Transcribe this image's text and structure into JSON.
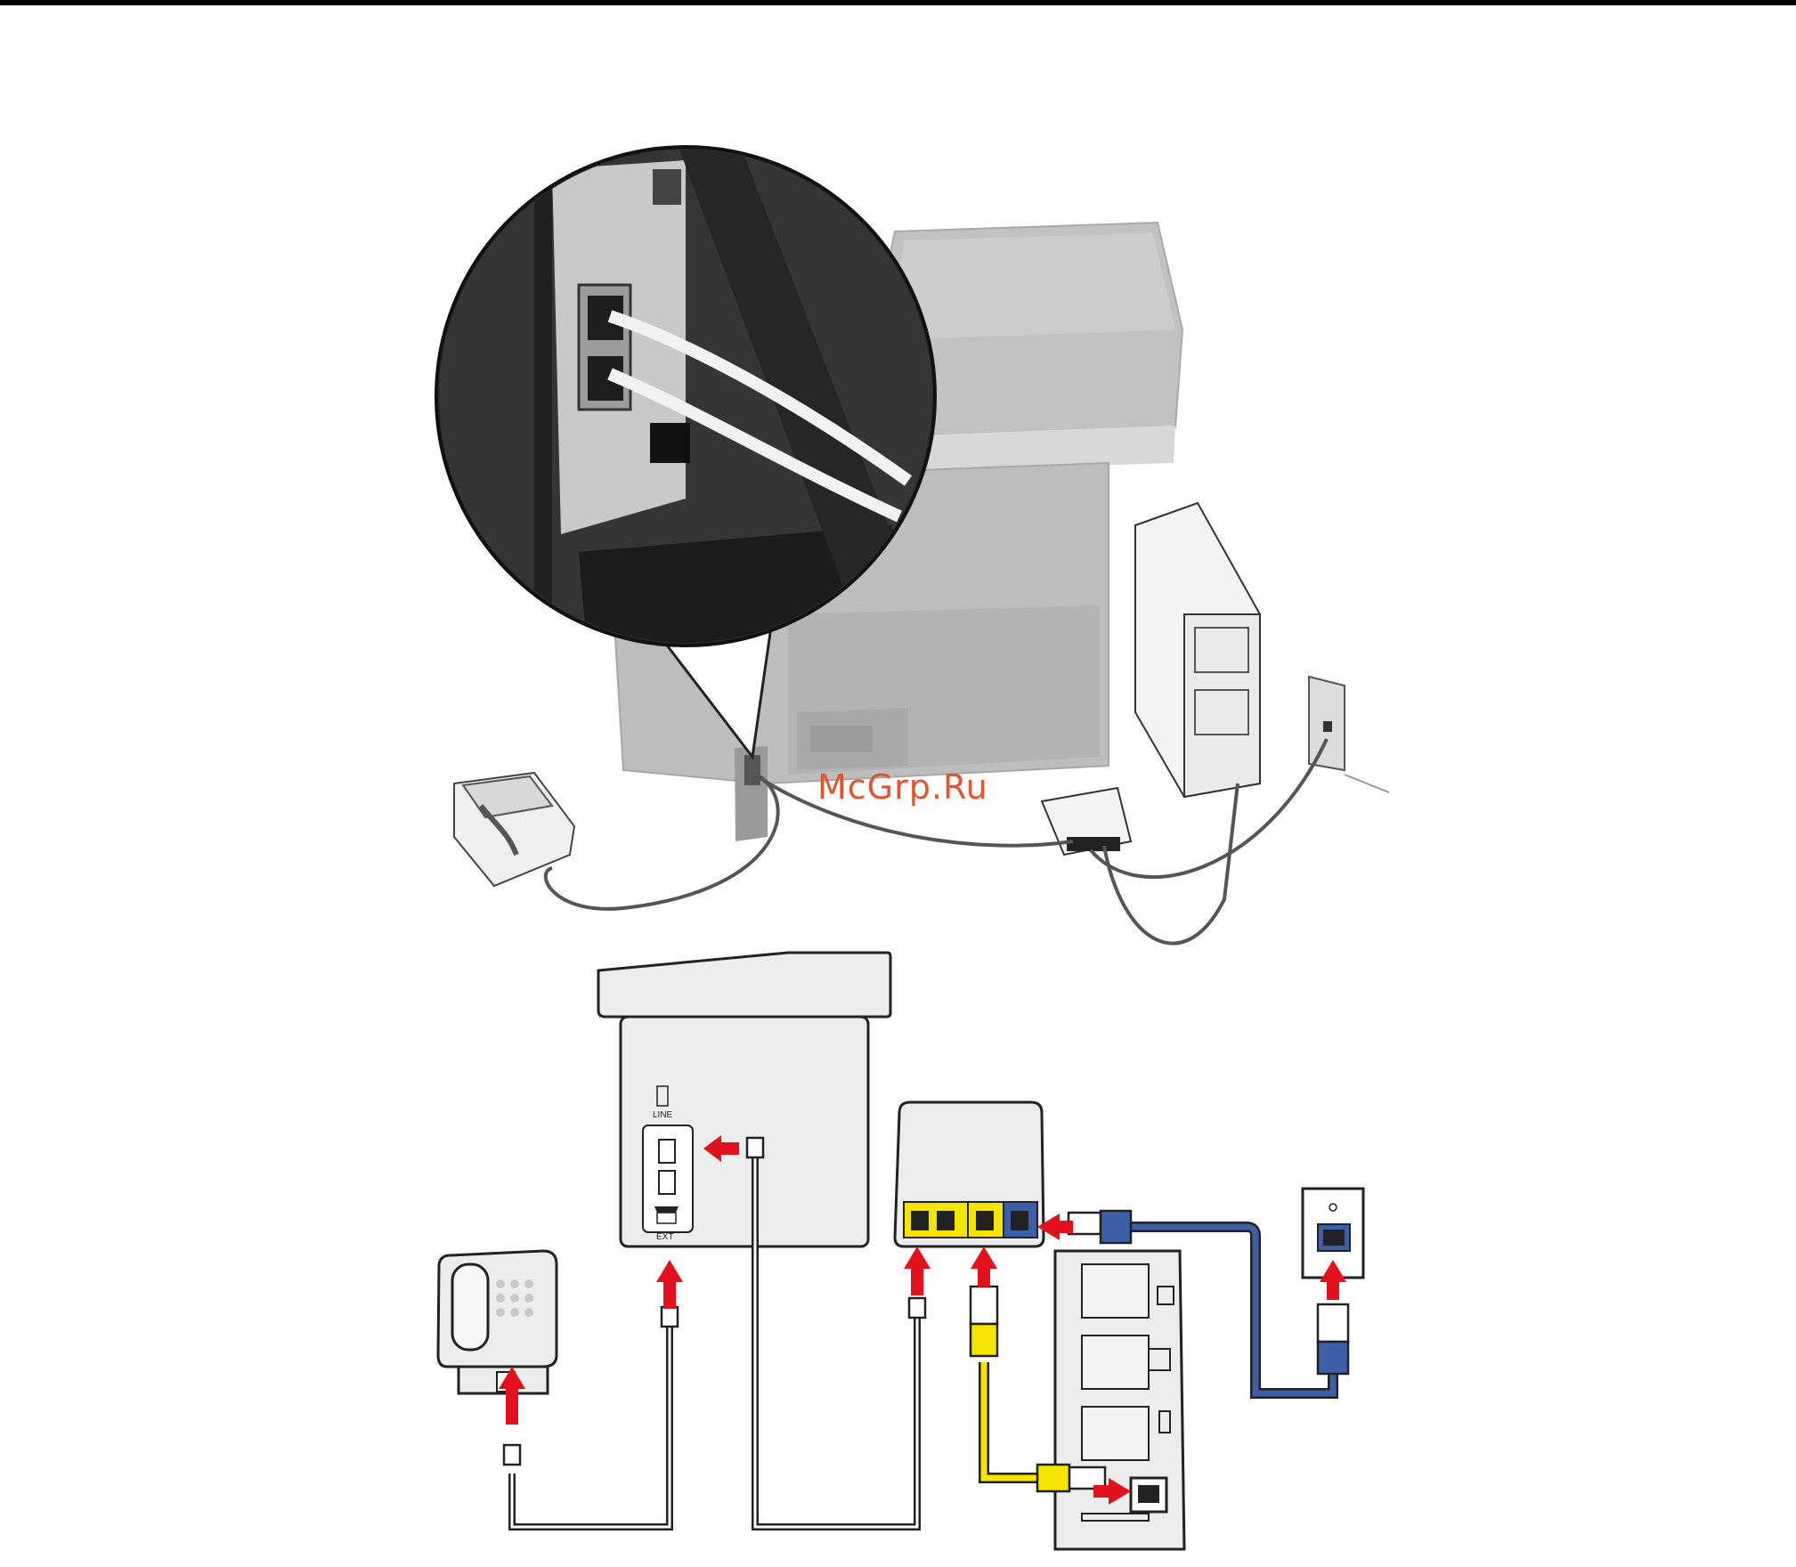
{
  "watermark": "McGrp.Ru",
  "labels": {
    "line": "LINE",
    "ext": "EXT"
  },
  "colors": {
    "arrow": "#e3111b",
    "cable_yellow": "#f5e400",
    "cable_blue": "#3d5fa8",
    "device_gray": "#ededed",
    "printer_gray": "#b5b5b5"
  },
  "icons": [
    "telephone-icon",
    "phone-jack-icon",
    "wall-jack-icon",
    "rj11-plug-icon",
    "rj45-plug-icon"
  ]
}
